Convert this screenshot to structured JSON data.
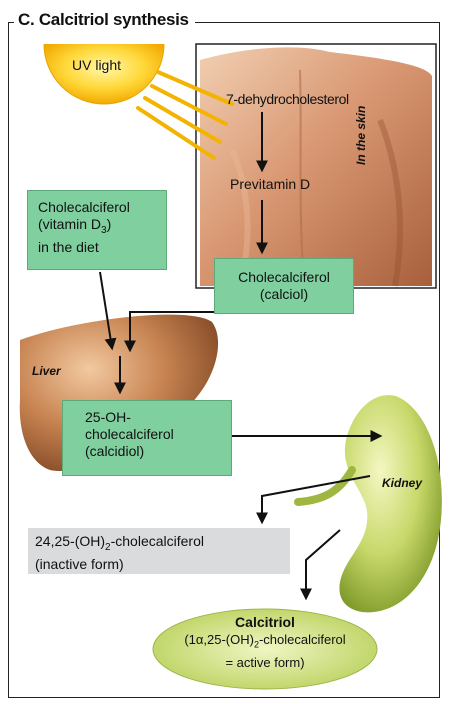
{
  "title": "C. Calcitriol synthesis",
  "uv_light": "UV light",
  "skin": {
    "label": "In the skin",
    "precursor": "7-dehydrocholesterol",
    "intermediate": "Previtamin D",
    "product_line1": "Cholecalciferol",
    "product_line2": "(calciol)"
  },
  "diet": {
    "line1": "Cholecalciferol",
    "line2_pre": "(vitamin D",
    "line2_sub": "3",
    "line2_post": ")",
    "line3": "in the diet"
  },
  "liver": {
    "label": "Liver",
    "product_line1": "25-OH-",
    "product_line2": "cholecalciferol",
    "product_line3": "(calcidiol)"
  },
  "kidney": {
    "label": "Kidney",
    "inactive_pre": "24,25-(OH)",
    "inactive_sub": "2",
    "inactive_post": "-cholecalciferol",
    "inactive_line2": "(inactive form)",
    "active_line1": "Calcitriol",
    "active_line2_pre": "(1α,25-(OH)",
    "active_line2_sub": "2",
    "active_line2_post": "-cholecalciferol",
    "active_line3": "= active form)"
  }
}
